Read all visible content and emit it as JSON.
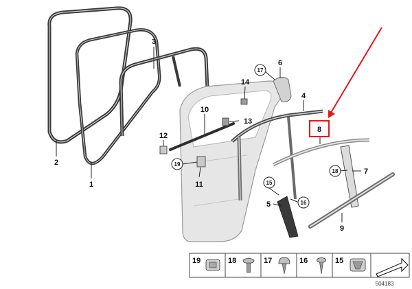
{
  "callouts": {
    "seal_outer": "2",
    "seal_inner": "1",
    "frame_seal": "3",
    "trim_cover": "6",
    "screw_17": "17",
    "clip_14": "14",
    "channel": "10",
    "fastener_13": "13",
    "part_12": "12",
    "screw_19": "19",
    "part_11": "11",
    "moulding_top": "4",
    "highlighted": "8",
    "screw_18": "18",
    "trim_7": "7",
    "clip_15": "15",
    "trim_5": "5",
    "screw_16": "16",
    "weatherstrip": "9"
  },
  "legend": {
    "items": [
      {
        "number": "19",
        "icon": "nut-clip-icon"
      },
      {
        "number": "18",
        "icon": "flat-head-screw-icon"
      },
      {
        "number": "17",
        "icon": "round-head-screw-icon"
      },
      {
        "number": "16",
        "icon": "self-tapping-screw-icon"
      },
      {
        "number": "15",
        "icon": "clip-icon"
      }
    ],
    "direction_icon": "forward-arrow-icon"
  },
  "drawing_number": "504183",
  "colors": {
    "highlight": "#e8141a",
    "line": "#222222",
    "seal": "#3a3a3a",
    "door_fill": "#e6e6e6",
    "trim_fill": "#d2d2d2"
  }
}
